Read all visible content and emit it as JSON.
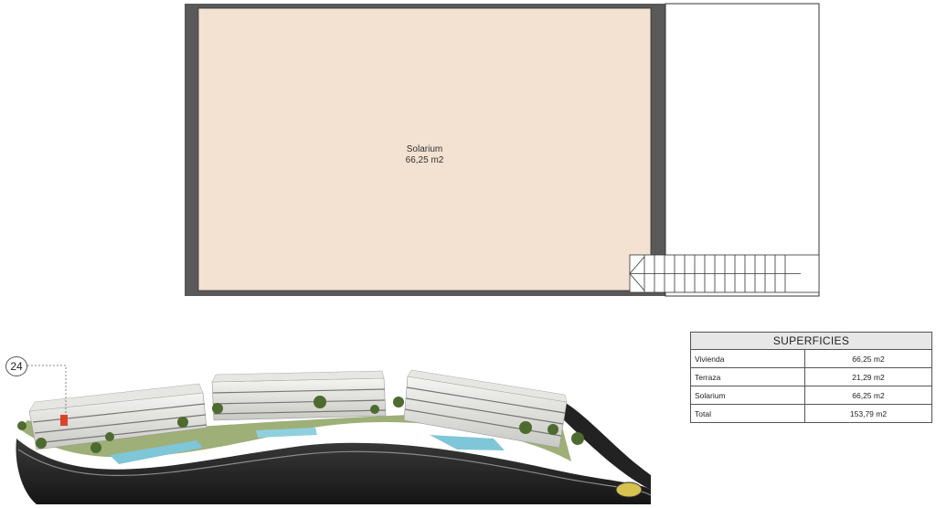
{
  "plan": {
    "room_name": "Solarium",
    "room_area": "66,25 m2"
  },
  "unit_marker": "24",
  "table": {
    "header": "SUPERFICIES",
    "rows": [
      {
        "label": "Vivienda",
        "value": "66,25 m2"
      },
      {
        "label": "Terraza",
        "value": "21,29 m2"
      },
      {
        "label": "Solarium",
        "value": "66,25 m2"
      },
      {
        "label": "Total",
        "value": "153,79 m2"
      }
    ]
  },
  "colors": {
    "wall": "#595959",
    "room_fill": "#f3e1d1",
    "table_header": "#e7e7e7",
    "highlight_unit": "#d9442b"
  }
}
